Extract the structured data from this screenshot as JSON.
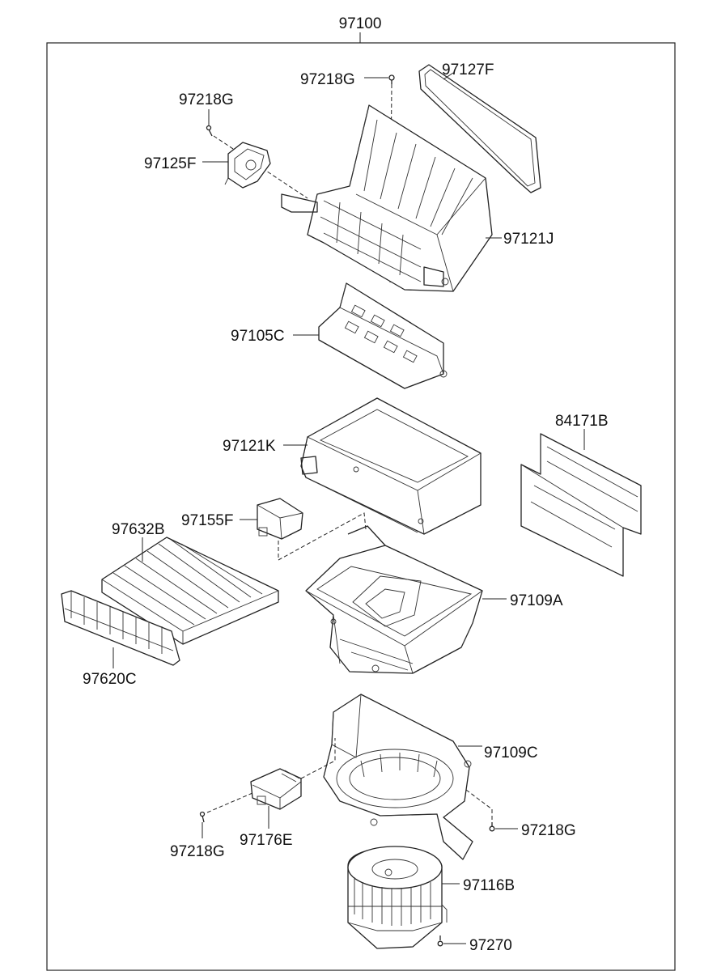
{
  "assembly_number": "97100",
  "parts": [
    {
      "id": "97218G",
      "name": "screw-top-center"
    },
    {
      "id": "97127F",
      "name": "seal-gasket"
    },
    {
      "id": "97218G",
      "name": "screw-top-left"
    },
    {
      "id": "97125F",
      "name": "actuator"
    },
    {
      "id": "97121J",
      "name": "upper-intake-case"
    },
    {
      "id": "97105C",
      "name": "intake-door"
    },
    {
      "id": "84171B",
      "name": "insulation-pad"
    },
    {
      "id": "97121K",
      "name": "filter-frame"
    },
    {
      "id": "97155F",
      "name": "actuator-lower"
    },
    {
      "id": "97632B",
      "name": "cabin-air-filter"
    },
    {
      "id": "97109A",
      "name": "blower-upper-case"
    },
    {
      "id": "97620C",
      "name": "filter-cover"
    },
    {
      "id": "97109C",
      "name": "blower-lower-case"
    },
    {
      "id": "97176E",
      "name": "blower-resistor"
    },
    {
      "id": "97218G",
      "name": "screw-right"
    },
    {
      "id": "97218G",
      "name": "screw-lower-left"
    },
    {
      "id": "97116B",
      "name": "blower-motor"
    },
    {
      "id": "97270",
      "name": "motor-screw"
    }
  ]
}
